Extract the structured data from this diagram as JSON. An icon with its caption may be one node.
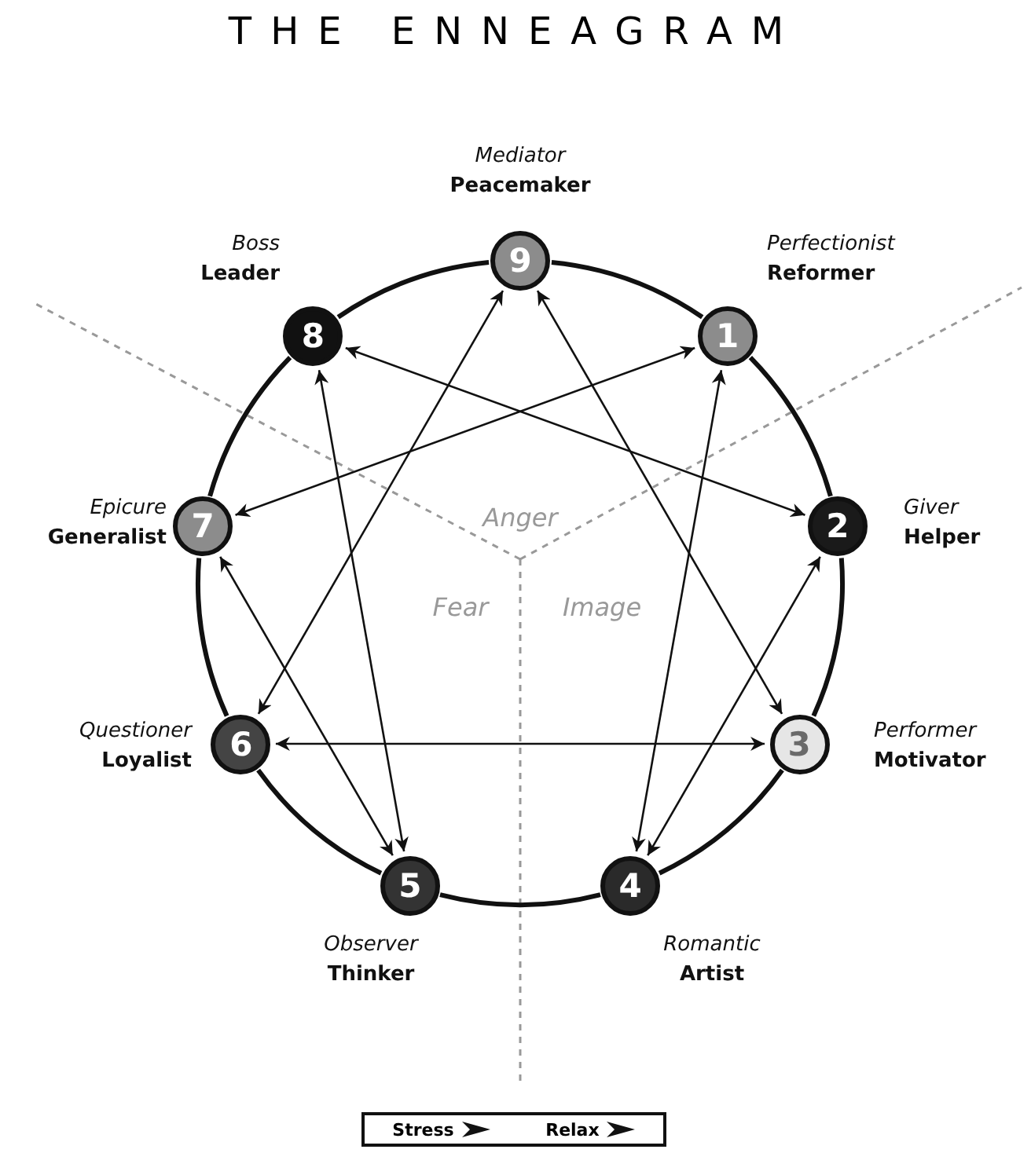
{
  "diagram": {
    "title": "THE ENNEAGRAM",
    "nodes": [
      {
        "text": [
          "9"
        ],
        "beside": [
          "Mediator",
          "Peacemaker"
        ]
      },
      {
        "text": [
          "8"
        ],
        "beside": [
          "Boss",
          "Leader"
        ]
      },
      {
        "text": [
          "1"
        ],
        "beside": [
          "Perfectionist",
          "Reformer"
        ]
      },
      {
        "text": [
          "7"
        ],
        "beside": [
          "Epicure",
          "Generalist"
        ]
      },
      {
        "text": [
          "2"
        ],
        "beside": [
          "Giver",
          "Helper"
        ]
      },
      {
        "text": [
          "6"
        ],
        "beside": [
          "Questioner",
          "Loyalist"
        ]
      },
      {
        "text": [
          "3"
        ],
        "beside": [
          "Performer",
          "Motivator"
        ]
      },
      {
        "text": [
          "5"
        ],
        "beside": [
          "Observer",
          "Thinker"
        ]
      },
      {
        "text": [
          "4"
        ],
        "beside": [
          "Romantic",
          "Artist"
        ]
      }
    ],
    "edges": [
      {
        "from": 0,
        "to": 6,
        "arrow": "both"
      },
      {
        "from": 0,
        "to": 5,
        "arrow": "both"
      },
      {
        "from": 1,
        "to": 4,
        "arrow": "both"
      },
      {
        "from": 1,
        "to": 7,
        "arrow": "both"
      },
      {
        "from": 2,
        "to": 3,
        "arrow": "both"
      },
      {
        "from": 2,
        "to": 8,
        "arrow": "both"
      },
      {
        "from": 3,
        "to": 7,
        "arrow": "both"
      },
      {
        "from": 5,
        "to": 6,
        "arrow": "both"
      },
      {
        "from": 4,
        "to": 8,
        "arrow": "both"
      },
      {
        "from": 0,
        "to": 2,
        "arrow": "none",
        "style": "thick"
      },
      {
        "from": 2,
        "to": 4,
        "arrow": "none",
        "style": "thick"
      },
      {
        "from": 4,
        "to": 6,
        "arrow": "none",
        "style": "thick"
      },
      {
        "from": 6,
        "to": 8,
        "arrow": "none",
        "style": "thick"
      },
      {
        "from": 8,
        "to": 7,
        "arrow": "none",
        "style": "thick"
      },
      {
        "from": 7,
        "to": 5,
        "arrow": "none",
        "style": "thick"
      },
      {
        "from": 5,
        "to": 3,
        "arrow": "none",
        "style": "thick"
      },
      {
        "from": 3,
        "to": 1,
        "arrow": "none",
        "style": "thick"
      },
      {
        "from": 1,
        "to": 0,
        "arrow": "none",
        "style": "thick"
      }
    ],
    "labels": [
      "Anger",
      "Fear",
      "Image"
    ],
    "legend": [
      {
        "text": "Stress"
      },
      {
        "text": "Relax"
      }
    ]
  }
}
